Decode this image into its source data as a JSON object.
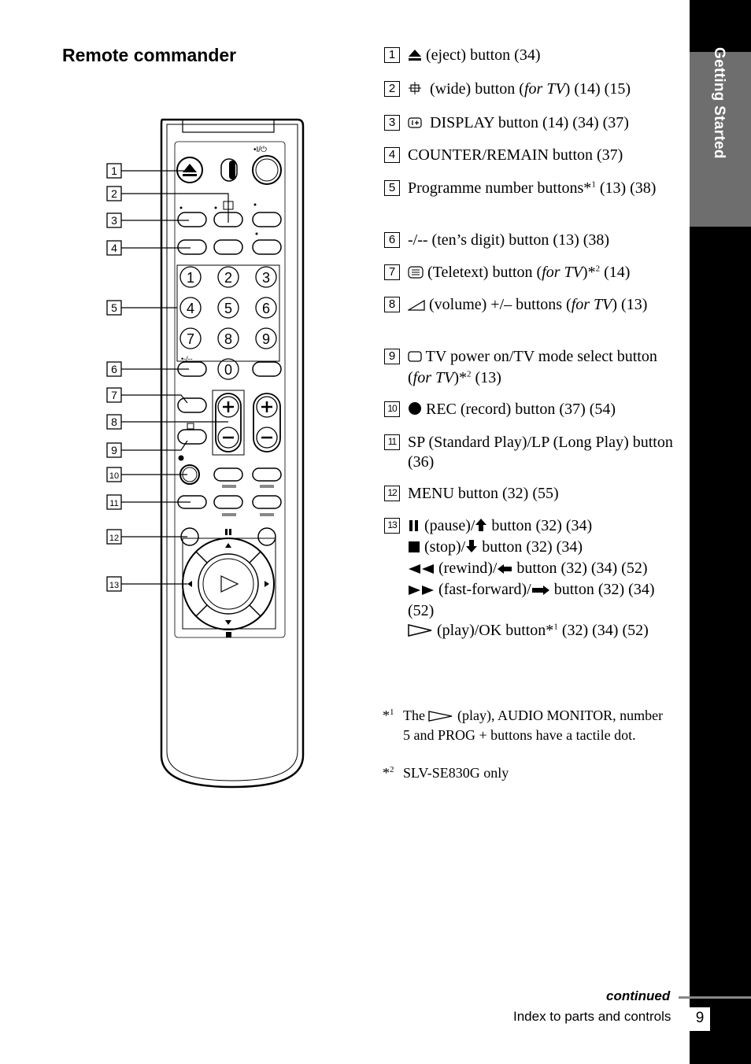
{
  "section_title": "Remote commander",
  "sidebar_label": "Getting Started",
  "callout_numbers": [
    "1",
    "2",
    "3",
    "4",
    "5",
    "6",
    "7",
    "8",
    "9",
    "10",
    "11",
    "12",
    "13"
  ],
  "remote_labels": {
    "power": "•I/⏻",
    "keypad": [
      "1",
      "2",
      "3",
      "4",
      "5",
      "6",
      "7",
      "8",
      "9",
      "0"
    ],
    "ten_digit": "•-/--"
  },
  "items": [
    {
      "num": "1",
      "text": "(eject) button (34)"
    },
    {
      "num": "2",
      "pre": "(wide) button (",
      "em": "for TV",
      "post": ") (14) (15)"
    },
    {
      "num": "3",
      "text": "DISPLAY button (14) (34) (37)"
    },
    {
      "num": "4",
      "text": "COUNTER/REMAIN button (37)"
    },
    {
      "num": "5",
      "pre": "Programme number buttons*",
      "sup": "1",
      "post": " (13) (38)"
    },
    {
      "num": "6",
      "text": "-/-- (ten’s digit) button (13) (38)"
    },
    {
      "num": "7",
      "pre": "(Teletext) button (",
      "em": "for TV",
      "post": ")*",
      "sup": "2",
      "post2": " (14)"
    },
    {
      "num": "8",
      "pre": "(volume) +/– buttons (",
      "em": "for TV",
      "post": ") (13)"
    },
    {
      "num": "9",
      "pre": "TV power on/TV mode select button  (",
      "em": "for TV",
      "post": ")*",
      "sup": "2",
      "post2": " (13)"
    },
    {
      "num": "10",
      "text": "REC (record) button (37) (54)"
    },
    {
      "num": "11",
      "text": "SP (Standard Play)/LP (Long Play) button (36)"
    },
    {
      "num": "12",
      "text": "MENU button (32) (55)"
    },
    {
      "num": "13",
      "lines": [
        "(pause)/",
        "button (32) (34)",
        "(stop)/",
        "button (32) (34)",
        "(rewind)/",
        "button (32) (34) (52)",
        "(fast-forward)/",
        "button (32) (34) (52)",
        "(play)/OK button*",
        "1",
        " (32) (34) (52)"
      ]
    }
  ],
  "notes": [
    {
      "mark": "*",
      "sup": "1",
      "pre": "The ",
      "post": " (play), AUDIO MONITOR, number 5 and PROG + buttons have a tactile dot."
    },
    {
      "mark": "*",
      "sup": "2",
      "text": "SLV-SE830G only"
    }
  ],
  "footer": {
    "continued": "continued",
    "section": "Index to parts and controls",
    "page": "9"
  }
}
